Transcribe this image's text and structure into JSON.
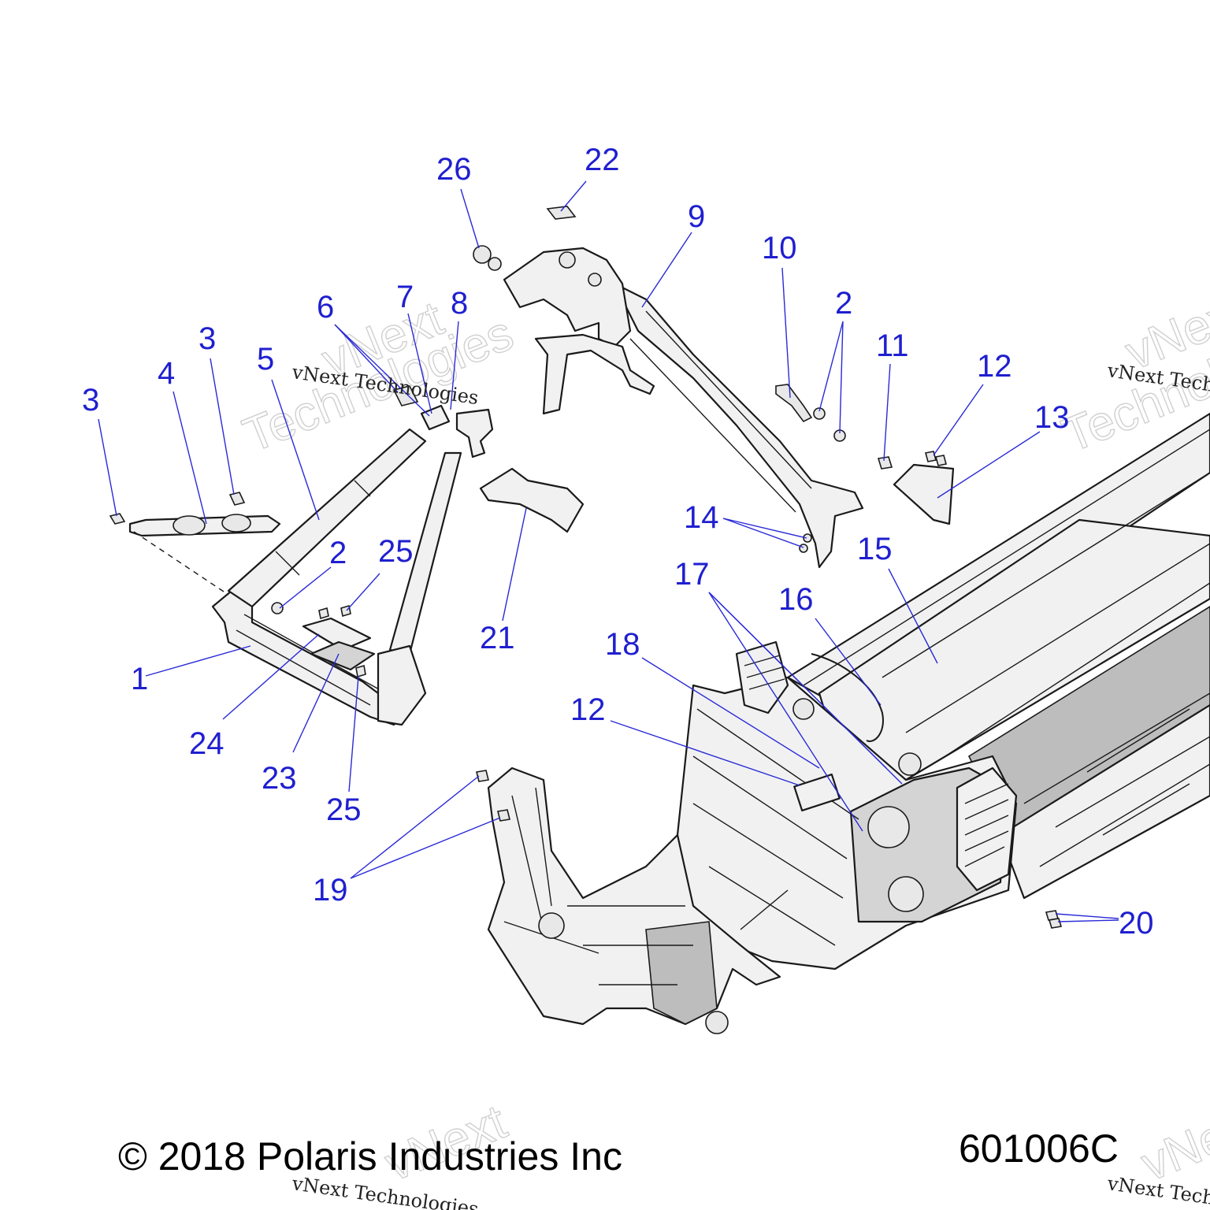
{
  "diagram": {
    "callouts": [
      {
        "id": "c1",
        "label": "1"
      },
      {
        "id": "c2a",
        "label": "2"
      },
      {
        "id": "c2b",
        "label": "2"
      },
      {
        "id": "c3a",
        "label": "3"
      },
      {
        "id": "c3b",
        "label": "3"
      },
      {
        "id": "c4",
        "label": "4"
      },
      {
        "id": "c5",
        "label": "5"
      },
      {
        "id": "c6",
        "label": "6"
      },
      {
        "id": "c7",
        "label": "7"
      },
      {
        "id": "c8",
        "label": "8"
      },
      {
        "id": "c9",
        "label": "9"
      },
      {
        "id": "c10",
        "label": "10"
      },
      {
        "id": "c11",
        "label": "11"
      },
      {
        "id": "c12a",
        "label": "12"
      },
      {
        "id": "c12b",
        "label": "12"
      },
      {
        "id": "c13",
        "label": "13"
      },
      {
        "id": "c14",
        "label": "14"
      },
      {
        "id": "c15",
        "label": "15"
      },
      {
        "id": "c16",
        "label": "16"
      },
      {
        "id": "c17",
        "label": "17"
      },
      {
        "id": "c18",
        "label": "18"
      },
      {
        "id": "c19",
        "label": "19"
      },
      {
        "id": "c20",
        "label": "20"
      },
      {
        "id": "c21",
        "label": "21"
      },
      {
        "id": "c22",
        "label": "22"
      },
      {
        "id": "c23",
        "label": "23"
      },
      {
        "id": "c24",
        "label": "24"
      },
      {
        "id": "c25a",
        "label": "25"
      },
      {
        "id": "c25b",
        "label": "25"
      },
      {
        "id": "c26",
        "label": "26"
      }
    ],
    "colors": {
      "callout": "#1f1fd0",
      "leader": "#2a2ad8",
      "line_art": "#1a1a1a",
      "background": "#ffffff"
    }
  },
  "footer": {
    "copyright": "© 2018 Polaris Industries Inc",
    "drawing_number": "601006C"
  },
  "watermarks": {
    "text": "vNext Technologies",
    "outline_line1": "vNext",
    "outline_line2": "Technologies"
  }
}
